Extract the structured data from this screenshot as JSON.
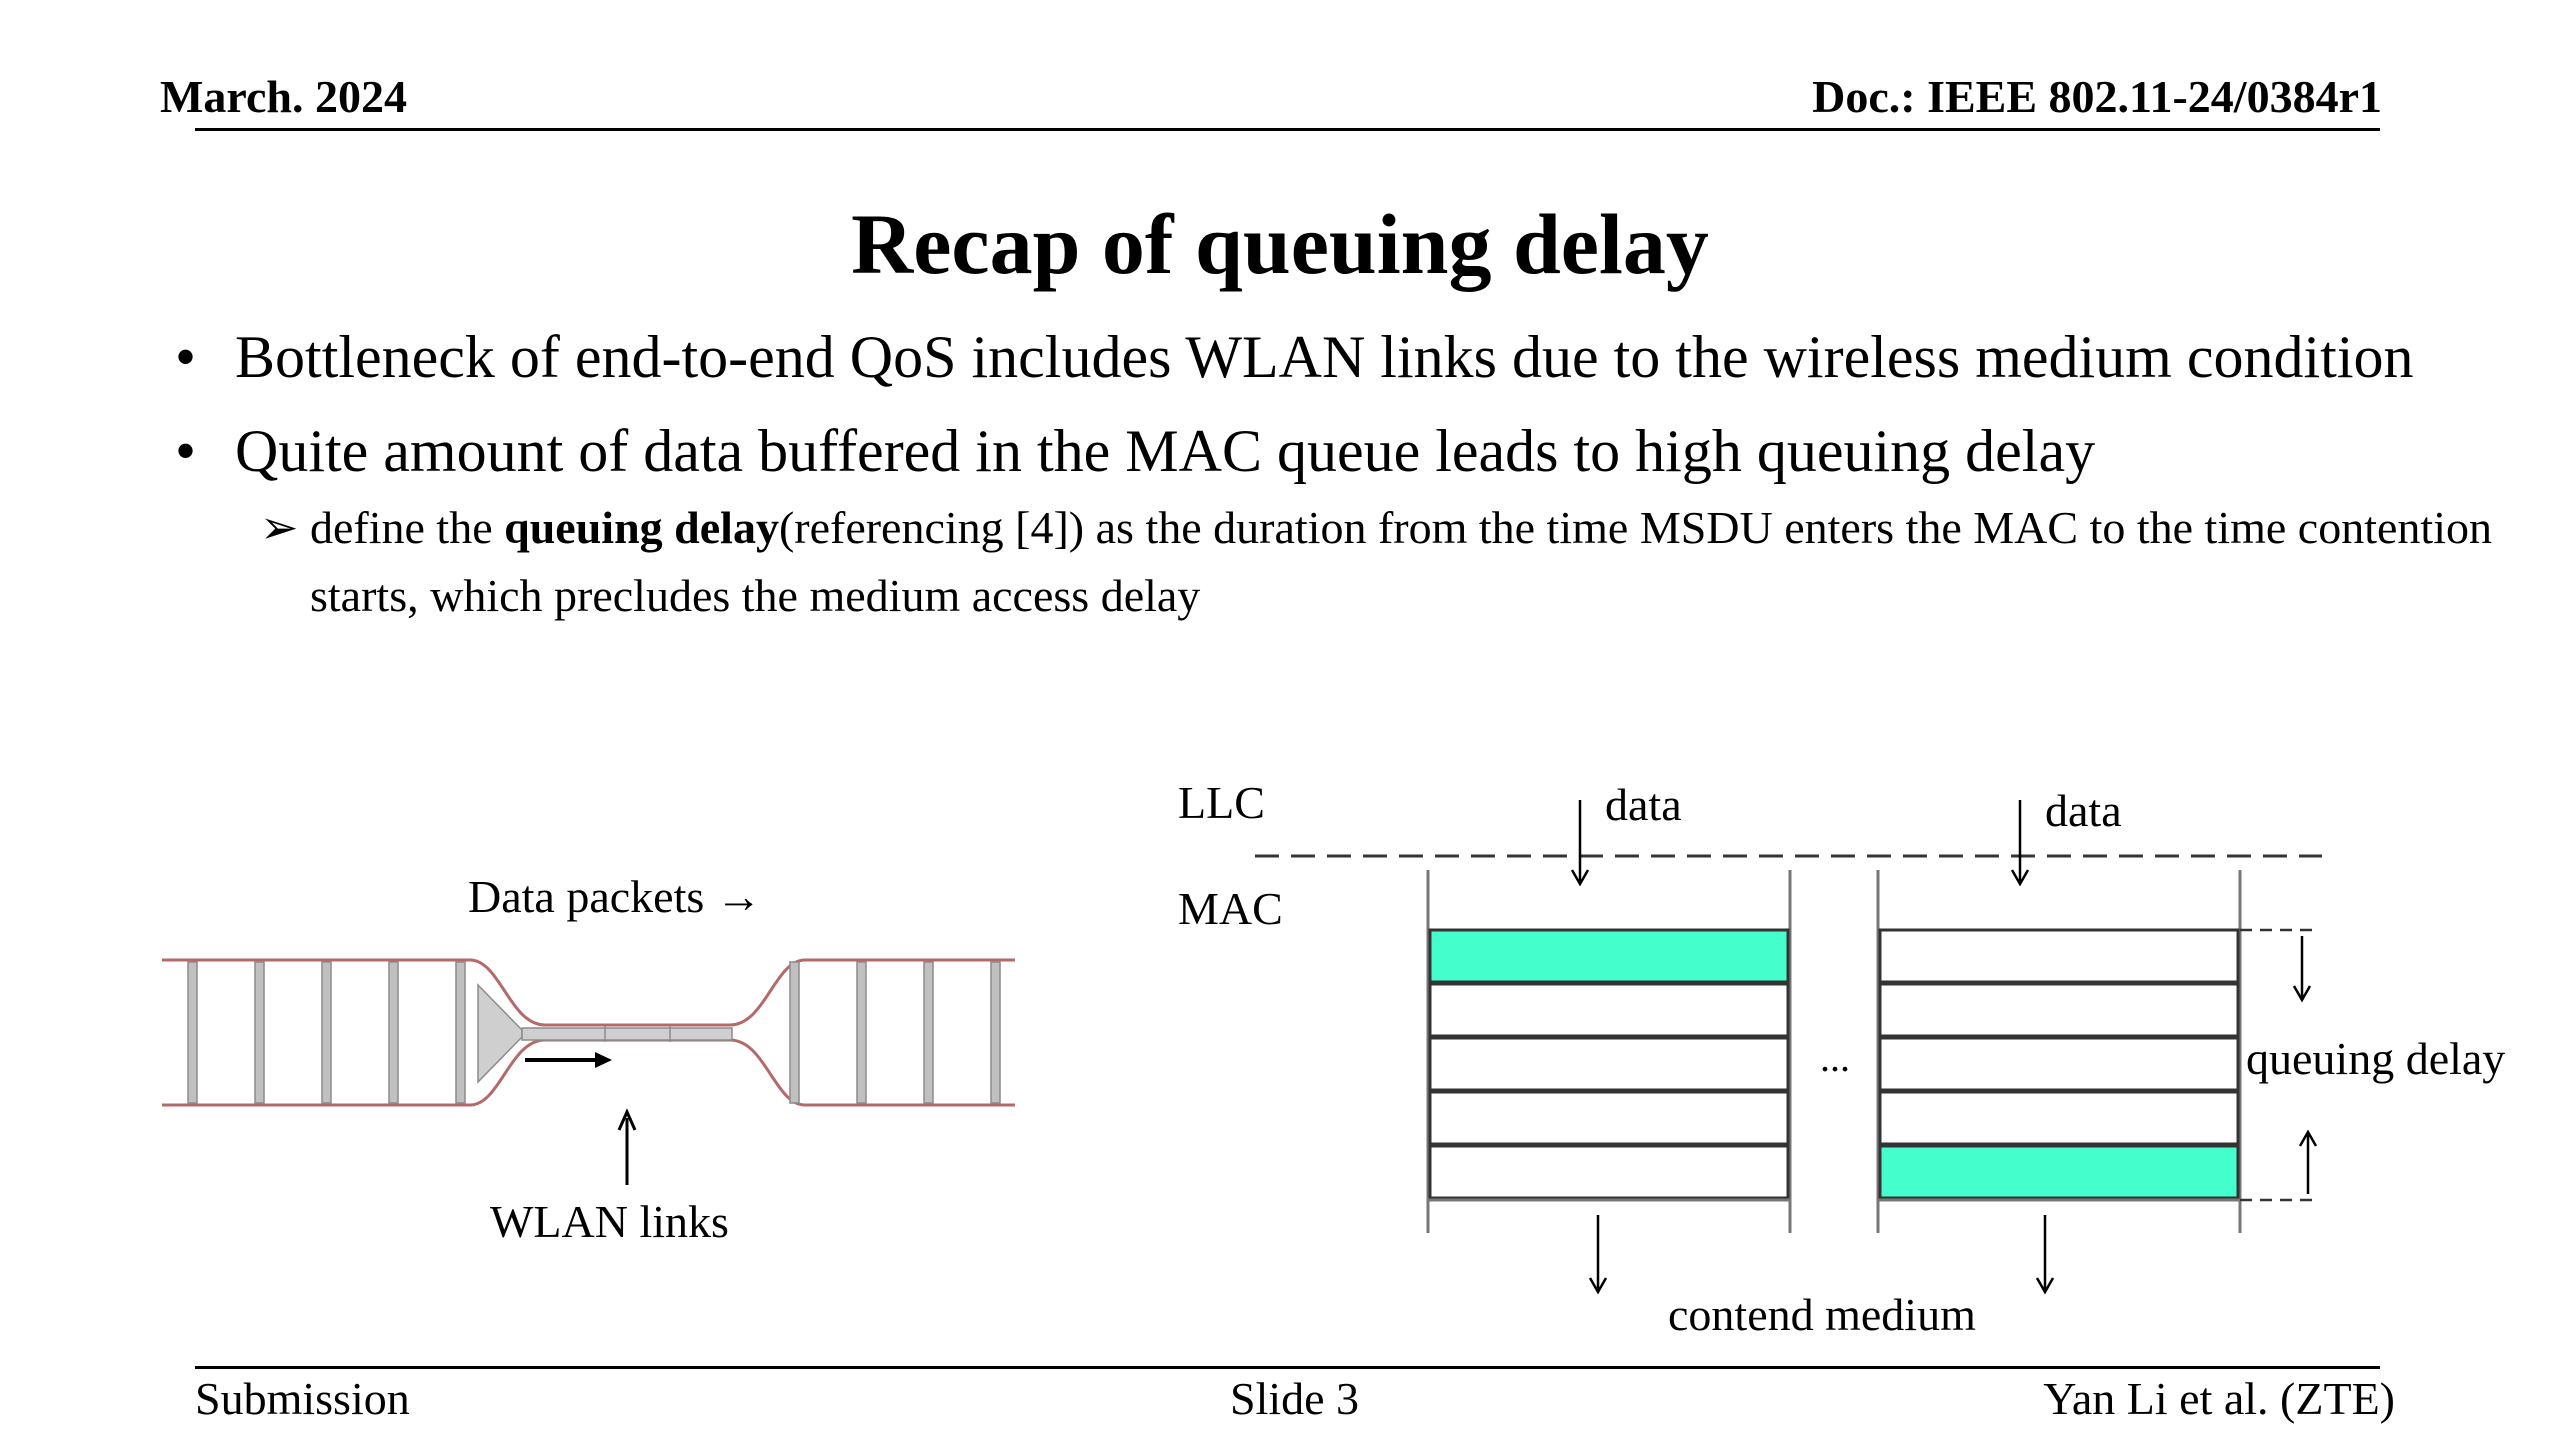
{
  "header": {
    "date": "March. 2024",
    "doc": "Doc.: IEEE 802.11-24/0384r1"
  },
  "title": "Recap of queuing delay",
  "bullets": [
    {
      "text": "Bottleneck of end-to-end QoS includes WLAN links due to the wireless medium condition"
    },
    {
      "text": "Quite amount of data buffered in the MAC queue leads to high queuing delay"
    }
  ],
  "sub_bullet": {
    "prefix": "define the ",
    "bold": "queuing delay",
    "suffix": "(referencing [4]) as the duration from the time MSDU enters the MAC to the time contention starts, which precludes the medium access delay"
  },
  "left_figure": {
    "data_packets_label": "Data packets →",
    "wlan_links_label": "WLAN links"
  },
  "right_figure": {
    "llc_label": "LLC",
    "mac_label": "MAC",
    "data_label_1": "data",
    "data_label_2": "data",
    "ellipsis": "...",
    "queuing_delay_label": "queuing delay",
    "contend_medium_label": "contend medium",
    "highlight_color": "#44ffcc"
  },
  "footer": {
    "left": "Submission",
    "center": "Slide 3",
    "right": "Yan Li et al. (ZTE)"
  }
}
